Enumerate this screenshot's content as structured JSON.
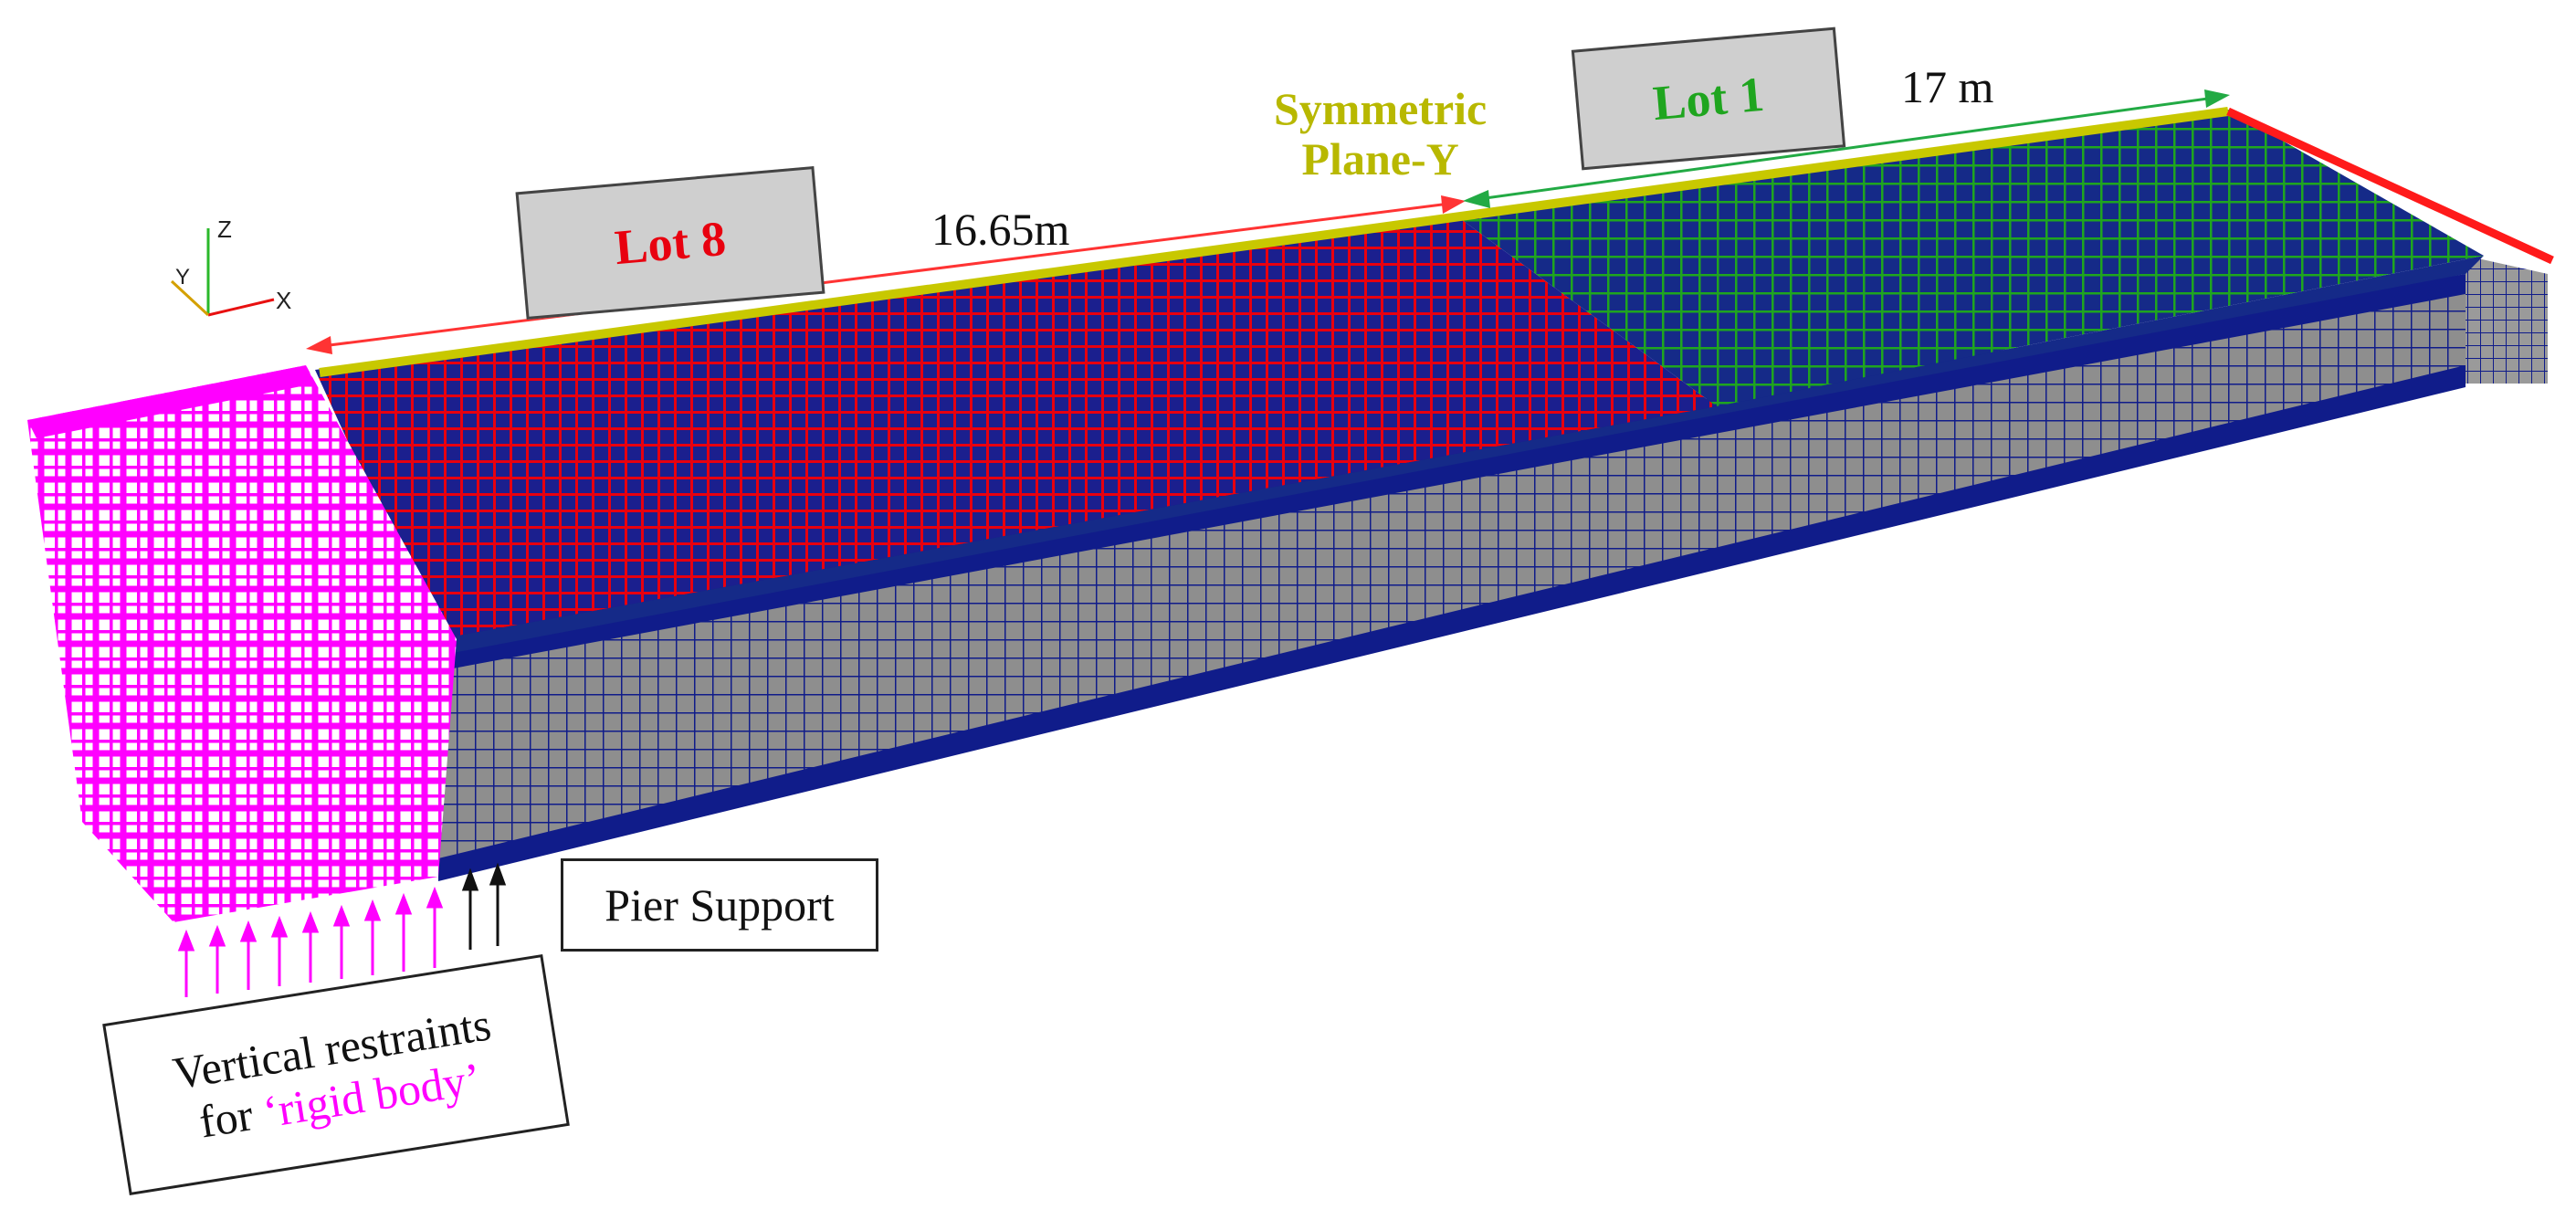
{
  "labels": {
    "lot8": "Lot 8",
    "lot1": "Lot 1",
    "dim_lot8": "16.65m",
    "dim_lot1": "17 m",
    "symmetric_line1": "Symmetric",
    "symmetric_line2": "Plane-Y",
    "pier_support": "Pier Support",
    "restraints_line1": "Vertical restraints",
    "restraints_for": "for ",
    "restraints_rigid": "‘rigid body’"
  },
  "axes": {
    "z": "Z",
    "y": "Y",
    "x": "X"
  },
  "colors": {
    "lot8_mesh": "#e8000f",
    "lot1_mesh": "#1fa51f",
    "structure_mesh": "#101c8a",
    "rigid_body": "#ff00ff",
    "symmetric_plane": "#c8c800",
    "face_grey": "#8e8e8e",
    "dim_red": "#ff3333",
    "dim_green": "#22aa44"
  }
}
